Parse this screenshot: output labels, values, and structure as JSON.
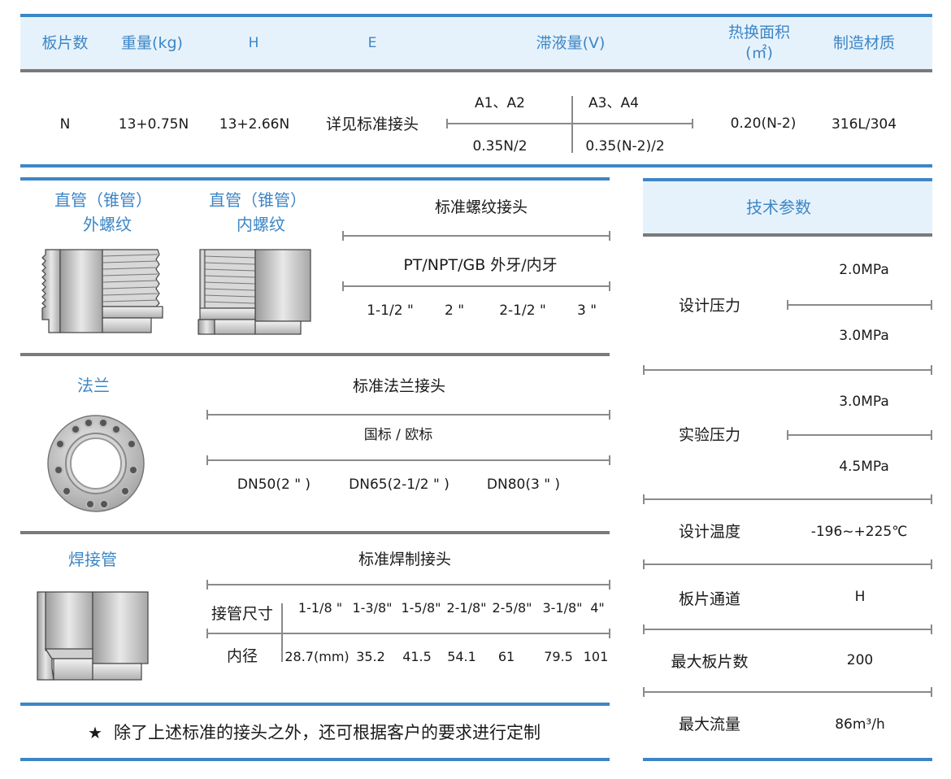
{
  "spec_table": {
    "headers": {
      "plates": "板片数",
      "weight": "重量(kg)",
      "h": "H",
      "e": "E",
      "holdup": "滞液量(V)",
      "area_line1": "热换面积",
      "area_line2": "(㎡)",
      "material": "制造材质"
    },
    "row": {
      "plates": "N",
      "weight": "13+0.75N",
      "h": "13+2.66N",
      "e": "详见标准接头",
      "holdup_a12_label": "A1、A2",
      "holdup_a34_label": "A3、A4",
      "holdup_a12_value": "0.35N/2",
      "holdup_a34_value": "0.35(N-2)/2",
      "area": "0.20(N-2)",
      "material": "316L/304"
    }
  },
  "threaded": {
    "male_title_1": "直管（锥管）",
    "male_title_2": "外螺纹",
    "female_title_1": "直管（锥管）",
    "female_title_2": "内螺纹",
    "heading": "标准螺纹接头",
    "standard": "PT/NPT/GB  外牙/内牙",
    "sizes": [
      "1-1/2 \"",
      "2 \"",
      "2-1/2 \"",
      "3 \""
    ]
  },
  "flange": {
    "title": "法兰",
    "heading": "标准法兰接头",
    "standard": "国标 / 欧标",
    "sizes": [
      "DN50(2 \" )",
      "DN65(2-1/2 \" )",
      "DN80(3 \" )"
    ]
  },
  "weld": {
    "title": "焊接管",
    "heading": "标准焊制接头",
    "size_label": "接管尺寸",
    "id_label": "内径",
    "sizes": [
      "1-1/8 \"",
      "1-3/8\"",
      "1-5/8\"",
      "2-1/8\"",
      "2-5/8\"",
      "3-1/8\"",
      "4\""
    ],
    "inner_diameters": [
      "28.7(mm)",
      "35.2",
      "41.5",
      "54.1",
      "61",
      "79.5",
      "101"
    ]
  },
  "footnote": {
    "star": "★",
    "text": "除了上述标准的接头之外，还可根据客户的要求进行定制"
  },
  "tech_params": {
    "title": "技术参数",
    "design_pressure": {
      "label": "设计压力",
      "value1": "2.0MPa",
      "value2": "3.0MPa"
    },
    "test_pressure": {
      "label": "实验压力",
      "value1": "3.0MPa",
      "value2": "4.5MPa"
    },
    "design_temp": {
      "label": "设计温度",
      "value": "-196~+225℃"
    },
    "plate_channel": {
      "label": "板片通道",
      "value": "H"
    },
    "max_plates": {
      "label": "最大板片数",
      "value": "200"
    },
    "max_flow": {
      "label": "最大流量",
      "value": "86m³/h"
    }
  }
}
